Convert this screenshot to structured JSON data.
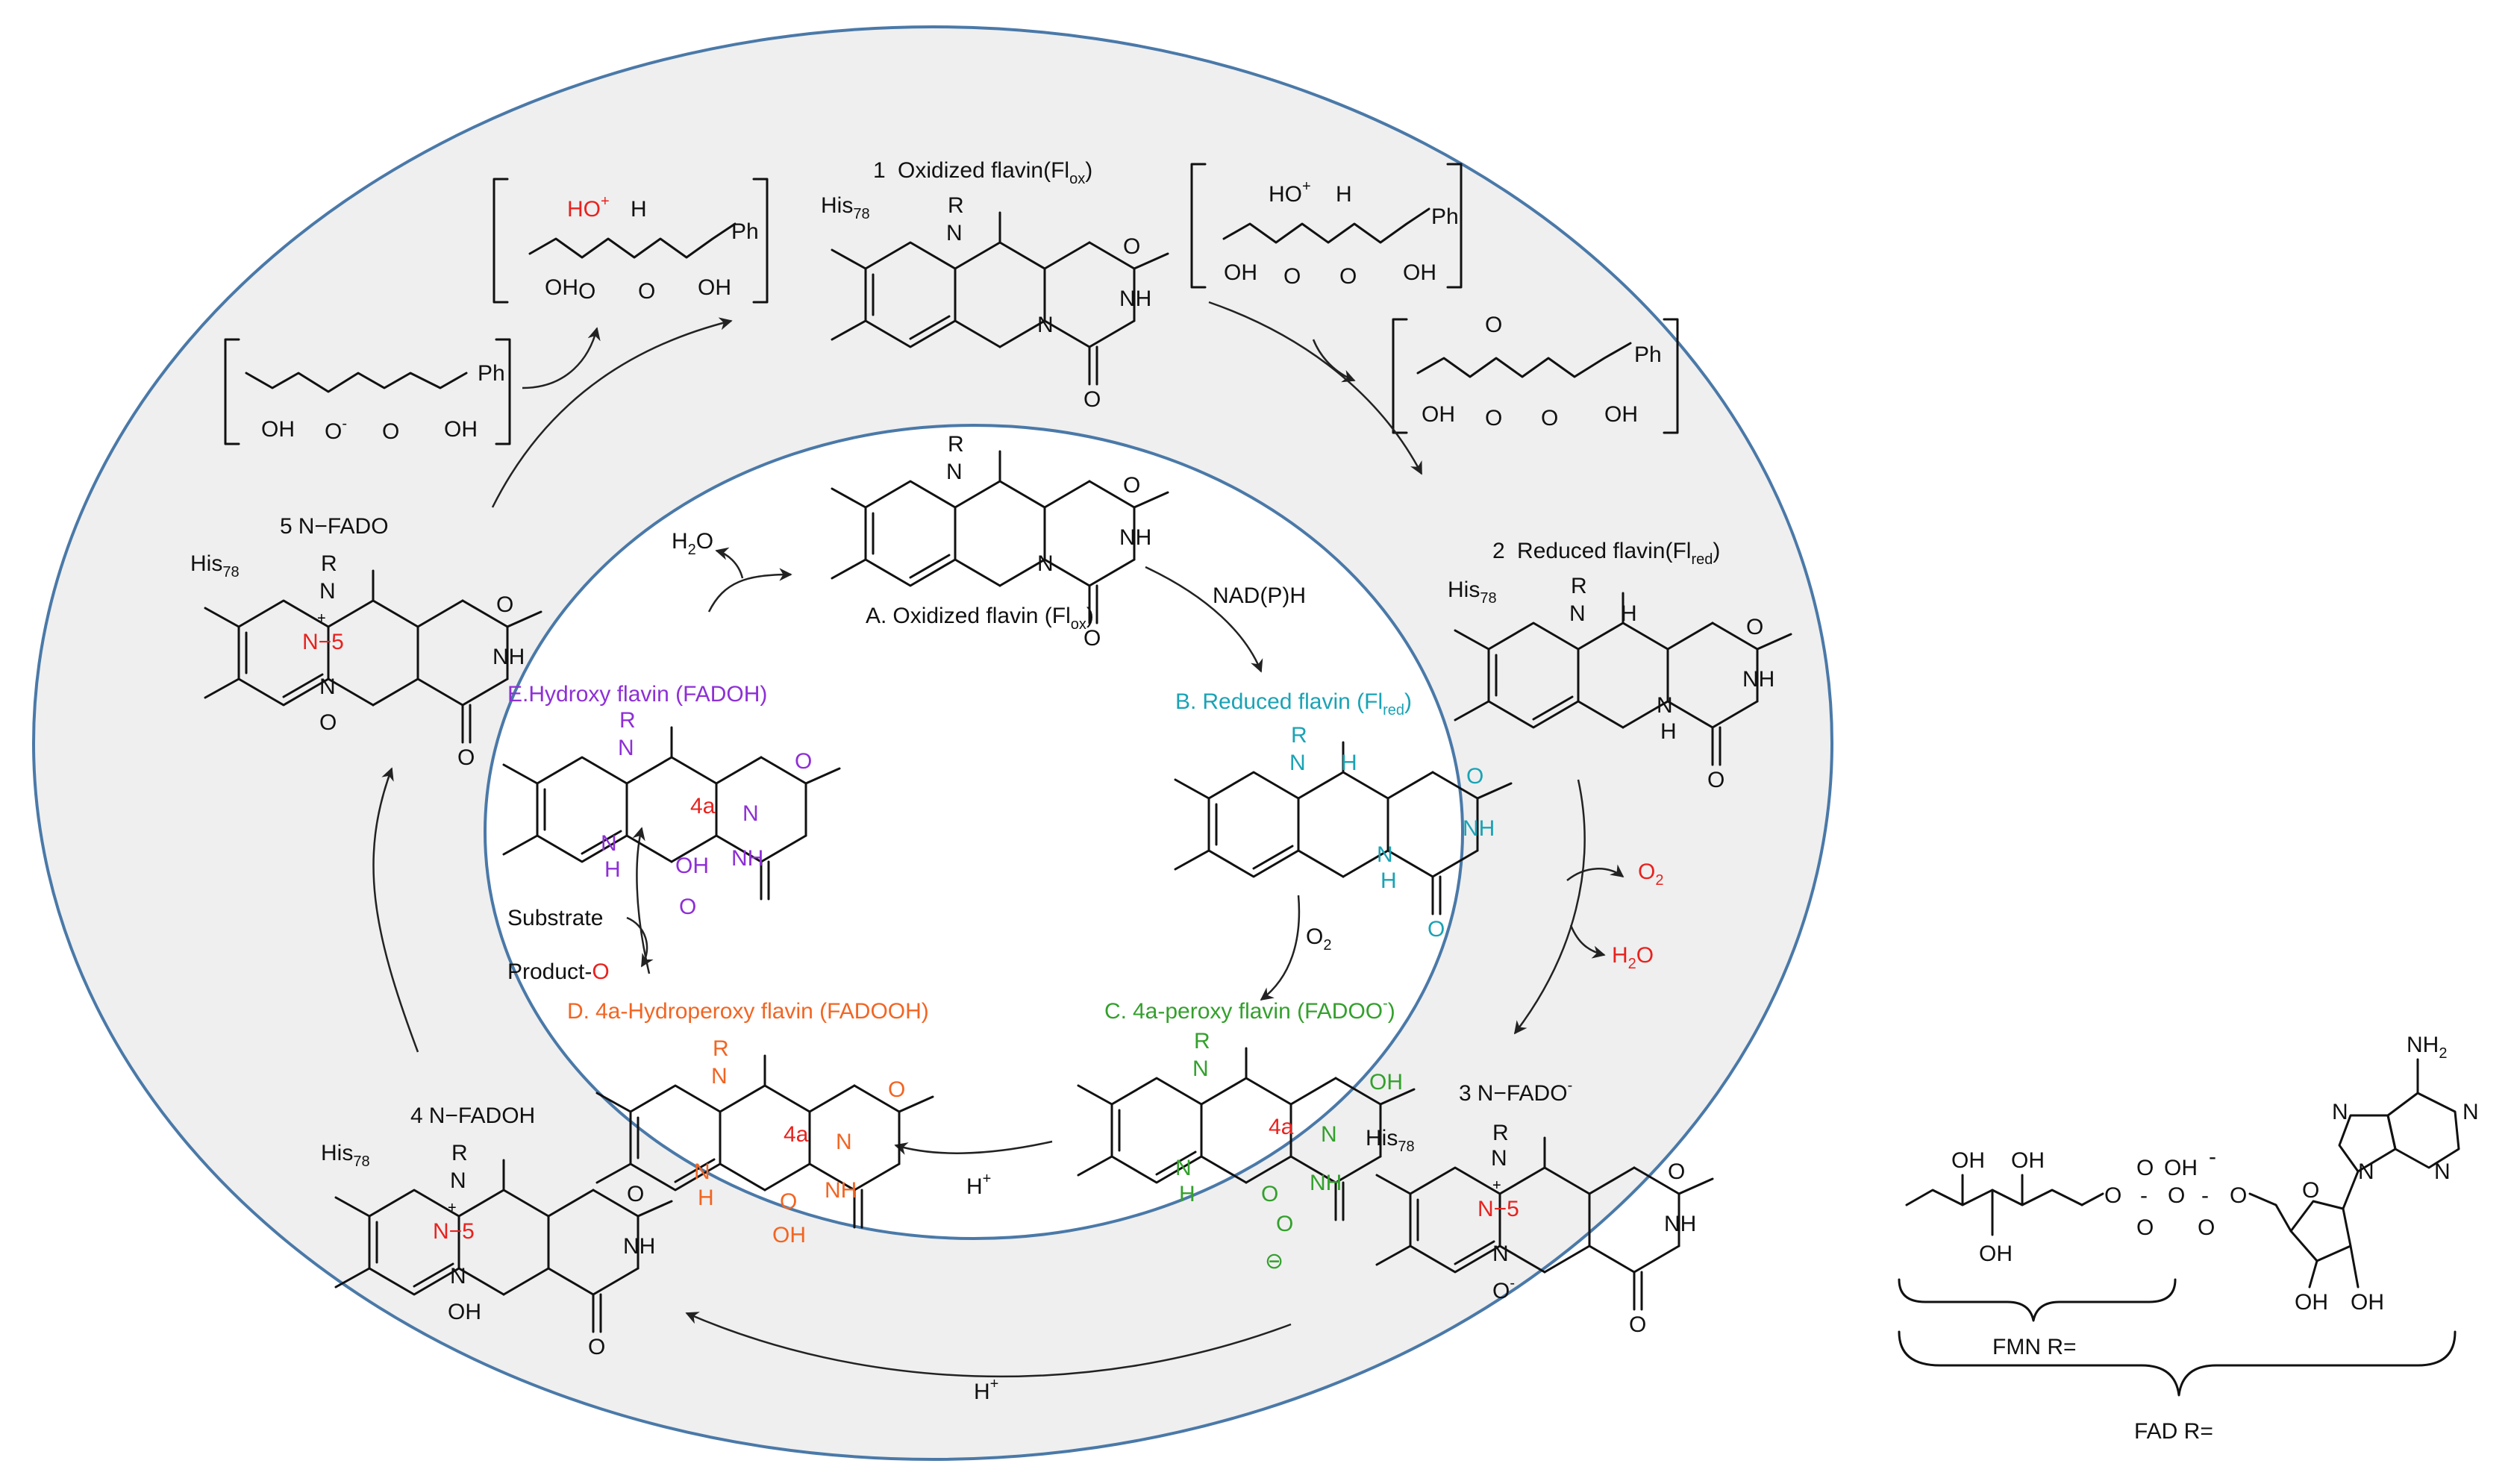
{
  "colors": {
    "outer_fill": "#efefef",
    "ring_stroke": "#4a79a8",
    "inner_fill": "#ffffff",
    "red": "#e8221e",
    "purple": "#8e2fd6",
    "cyan": "#1aa3b5",
    "green": "#33a02c",
    "orange": "#f26522",
    "black": "#111111"
  },
  "outer_cycle": {
    "s1": {
      "num": "1",
      "name": "Oxidized flavin(Fl",
      "sub": "ox",
      "close": ")"
    },
    "s2": {
      "num": "2",
      "name": "Reduced flavin(Fl",
      "sub": "red",
      "close": ")"
    },
    "s3": {
      "num": "3",
      "name": "N−FADO",
      "sup": "-"
    },
    "s4": {
      "num": "4",
      "name": "N−FADOH"
    },
    "s5": {
      "num": "5",
      "name": "N−FADO"
    },
    "his": "His",
    "his_sub": "78",
    "h_plus": "H",
    "h_plus_sup": "+",
    "o2": "O",
    "o2_sub": "2",
    "h2o": "H",
    "h2o_sub": "2",
    "h2o_tail": "O"
  },
  "inner_cycle": {
    "A": {
      "letter": "A.",
      "name": "Oxidized flavin (Fl",
      "sub": "ox",
      "close": ")"
    },
    "B": {
      "letter": "B.",
      "name": "Reduced flavin (Fl",
      "sub": "red",
      "close": ")"
    },
    "C": {
      "letter": "C.",
      "name": "4a-peroxy flavin (FADOO",
      "sup": "-",
      "close": ")"
    },
    "D": {
      "letter": "D.",
      "name": "4a-Hydroperoxy flavin (FADOOH)"
    },
    "E": {
      "letter": "E.",
      "name": "Hydroxy flavin (FADOH)"
    },
    "nadph": "NAD(P)H",
    "o2": "O",
    "o2_sub": "2",
    "h_plus": "H",
    "h_plus_sup": "+",
    "h2o": "H",
    "h2o_sub": "2",
    "h2o_tail": "O",
    "substrate": "Substrate",
    "product": "Product-",
    "product_o": "O"
  },
  "atoms": {
    "R": "R",
    "N": "N",
    "NH": "NH",
    "H": "H",
    "O": "O",
    "OH": "OH",
    "HO": "HO",
    "N5": "N−5",
    "fourA": "4a",
    "Ph": "Ph",
    "plus": "+",
    "minus": "-",
    "ominus": "⊖",
    "NH2": "NH",
    "NH2_sub": "2"
  },
  "legend": {
    "fmn": "FMN R=",
    "fad": "FAD R="
  }
}
